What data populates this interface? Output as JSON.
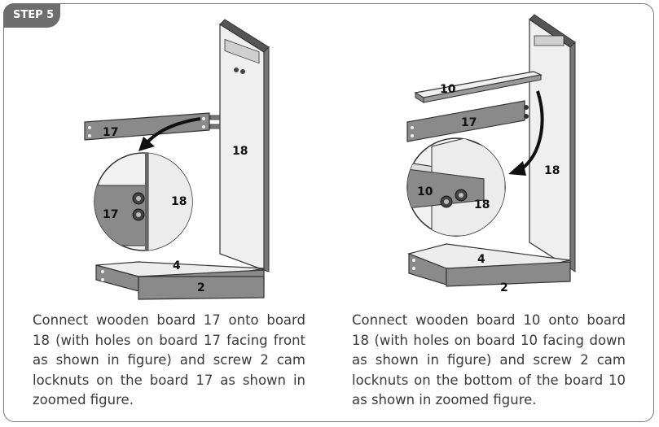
{
  "step": {
    "label": "STEP 5"
  },
  "left_figure": {
    "labels": {
      "board_17": "17",
      "board_18": "18",
      "board_4": "4",
      "board_2": "2",
      "zoom_17": "17",
      "zoom_18": "18"
    }
  },
  "right_figure": {
    "labels": {
      "board_10": "10",
      "board_17": "17",
      "board_18": "18",
      "board_4": "4",
      "board_2": "2",
      "zoom_10": "10",
      "zoom_18": "18"
    }
  },
  "captions": {
    "left": "Connect wooden board 17 onto board 18 (with holes on board 17 facing front as shown in figure) and screw 2 cam locknuts on the board 17 as shown in zoomed figure.",
    "right": "Connect wooden board 10 onto board 18 (with holes on board 10 facing down as shown in figure) and screw 2 cam locknuts on the bottom of the board 10 as shown in zoomed figure."
  },
  "colors": {
    "badge": "#6d6d6d",
    "panel_dark": "#8a8a8a",
    "panel_light": "#eeeeee",
    "outline": "#333333"
  }
}
